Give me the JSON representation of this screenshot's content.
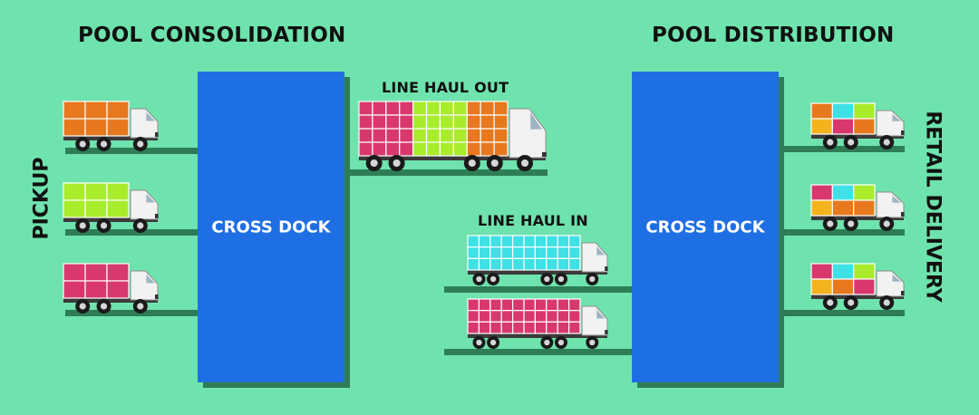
{
  "headings": {
    "consolidation": "POOL CONSOLIDATION",
    "distribution": "POOL DISTRIBUTION",
    "line_haul_out": "LINE HAUL OUT",
    "line_haul_in": "LINE HAUL IN",
    "pickup": "PICKUP",
    "retail_delivery": "RETAIL DELIVERY"
  },
  "docks": {
    "left_label": "CROSS DOCK",
    "right_label": "CROSS DOCK"
  },
  "colors": {
    "background": "#6fe3ad",
    "dock": "#1f6fe4",
    "road": "#2e7d55",
    "orange": "#e8781e",
    "lime": "#a8ec2c",
    "magenta": "#d8386e",
    "cyan": "#3fe0e6",
    "yellow": "#f4b21c"
  },
  "trucks": {
    "pickup": [
      {
        "cargo": [
          "orange"
        ]
      },
      {
        "cargo": [
          "lime"
        ]
      },
      {
        "cargo": [
          "magenta"
        ]
      }
    ],
    "line_haul_out": {
      "cargo": [
        "magenta",
        "lime",
        "orange"
      ]
    },
    "line_haul_in": [
      {
        "cargo": [
          "cyan"
        ]
      },
      {
        "cargo": [
          "magenta"
        ]
      }
    ],
    "retail": [
      {
        "cargo": [
          "orange",
          "cyan",
          "lime",
          "yellow",
          "magenta",
          "orange"
        ]
      },
      {
        "cargo": [
          "magenta",
          "cyan",
          "lime",
          "yellow",
          "orange",
          "orange"
        ]
      },
      {
        "cargo": [
          "magenta",
          "cyan",
          "lime",
          "yellow",
          "orange",
          "magenta"
        ]
      }
    ]
  }
}
